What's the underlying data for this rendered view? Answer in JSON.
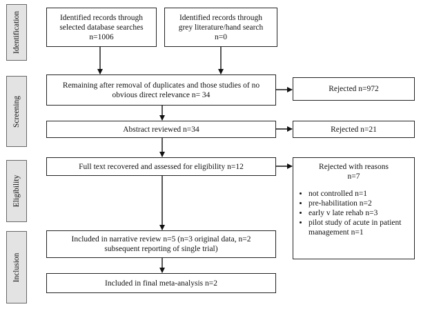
{
  "stages": {
    "identification": "Identification",
    "screening": "Screening",
    "eligibility": "Eligibility",
    "inclusion": "Inclusion"
  },
  "boxes": {
    "database_search": [
      "Identified records through",
      "selected database searches",
      "n=1006"
    ],
    "grey_literature": [
      "Identified records through",
      "grey literature/hand search",
      "n=0"
    ],
    "after_duplicates": [
      "Remaining after removal of duplicates and those studies of no",
      "obvious direct relevance n= 34"
    ],
    "rejected_1": "Rejected n=972",
    "abstract_reviewed": "Abstract reviewed n=34",
    "rejected_2": "Rejected n=21",
    "full_text": "Full text recovered and assessed for eligibility n=12",
    "rejected_reasons_head": [
      "Rejected with reasons",
      "n=7"
    ],
    "reasons": [
      "not controlled n=1",
      "pre-habilitation n=2",
      "early v late rehab n=3",
      "pilot study of acute in patient management n=1"
    ],
    "narrative_review": [
      "Included in narrative review n=5 (n=3 original data, n=2",
      "subsequent reporting of single trial)"
    ],
    "meta_analysis": "Included in final meta-analysis n=2"
  }
}
